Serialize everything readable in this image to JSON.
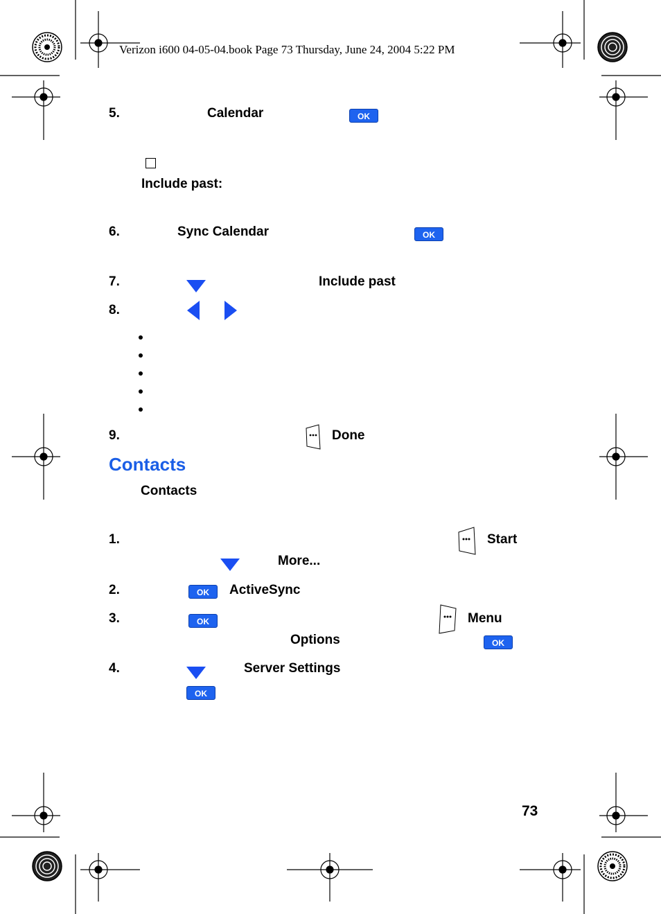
{
  "header": "Verizon i600 04-05-04.book  Page 73  Thursday, June 24, 2004  5:22 PM",
  "icons": {
    "ok_label": "OK",
    "softkey": "softkey-icon",
    "down": "nav-down-icon",
    "left": "nav-left-icon",
    "right": "nav-right-icon"
  },
  "steps": {
    "s5": {
      "num": "5.",
      "calendar": "Calendar"
    },
    "include_past_label": "Include past:",
    "s6": {
      "num": "6.",
      "sync": "Sync Calendar"
    },
    "s7": {
      "num": "7.",
      "include": "Include past"
    },
    "s8": {
      "num": "8."
    },
    "s9": {
      "num": "9.",
      "done": "Done"
    }
  },
  "contacts": {
    "heading": "Contacts",
    "sub": "Contacts",
    "c1": {
      "num": "1.",
      "start": "Start",
      "more": "More..."
    },
    "c2": {
      "num": "2.",
      "activesync": "ActiveSync"
    },
    "c3": {
      "num": "3.",
      "menu": "Menu",
      "options": "Options"
    },
    "c4": {
      "num": "4.",
      "server": "Server Settings"
    }
  },
  "page_number": "73",
  "colors": {
    "accent": "#1a5ee6",
    "ok_button": "#1e63ef"
  }
}
